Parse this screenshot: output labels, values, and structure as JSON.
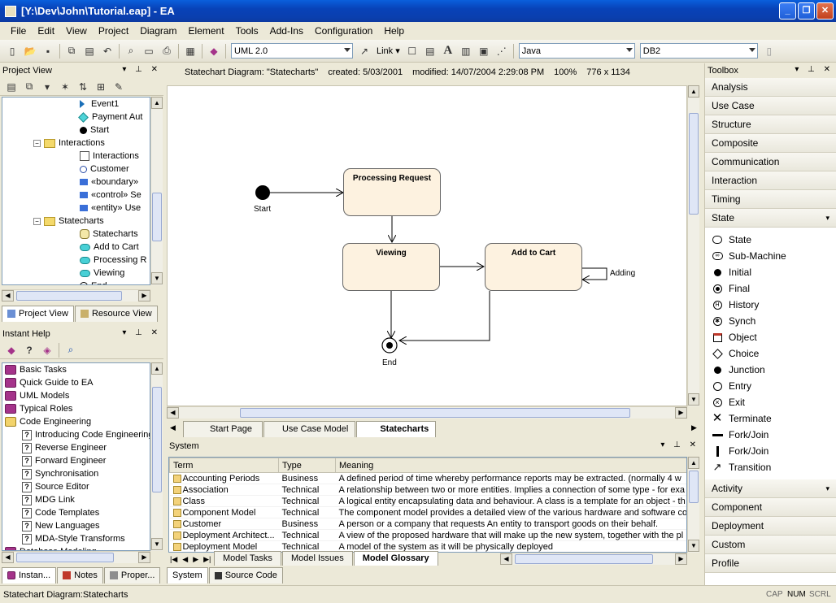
{
  "window": {
    "title": "[Y:\\Dev\\John\\Tutorial.eap] - EA"
  },
  "menu": [
    "File",
    "Edit",
    "View",
    "Project",
    "Diagram",
    "Element",
    "Tools",
    "Add-Ins",
    "Configuration",
    "Help"
  ],
  "toolbar": {
    "uml_version": "UML 2.0",
    "link_label": "Link",
    "language": "Java",
    "database": "DB2"
  },
  "project_view": {
    "title": "Project View",
    "tree": [
      {
        "label": "Event1",
        "indent": 4,
        "icon": "event-icon"
      },
      {
        "label": "Payment Aut",
        "indent": 4,
        "icon": "diamond-icon"
      },
      {
        "label": "Start",
        "indent": 4,
        "icon": "initial-icon"
      },
      {
        "label": "Interactions",
        "indent": 3,
        "icon": "folder-icon",
        "expander": "−"
      },
      {
        "label": "Interactions",
        "indent": 4,
        "icon": "sequence-icon"
      },
      {
        "label": "Customer",
        "indent": 4,
        "icon": "actor-icon"
      },
      {
        "label": "«boundary» ",
        "indent": 4,
        "icon": "boundary-icon"
      },
      {
        "label": "«control» Se",
        "indent": 4,
        "icon": "control-icon"
      },
      {
        "label": "«entity» Use",
        "indent": 4,
        "icon": "entity-icon"
      },
      {
        "label": "Statecharts",
        "indent": 3,
        "icon": "folder-icon",
        "expander": "−"
      },
      {
        "label": "Statecharts",
        "indent": 4,
        "icon": "statechart-icon"
      },
      {
        "label": "Add to Cart",
        "indent": 4,
        "icon": "state-icon"
      },
      {
        "label": "Processing R",
        "indent": 4,
        "icon": "state-icon"
      },
      {
        "label": "Viewing",
        "indent": 4,
        "icon": "state-icon"
      },
      {
        "label": "End",
        "indent": 4,
        "icon": "final-icon"
      }
    ],
    "tabs": [
      "Project View",
      "Resource View"
    ]
  },
  "instant_help": {
    "title": "Instant Help",
    "items": [
      {
        "label": "Basic Tasks",
        "type": "book"
      },
      {
        "label": "Quick Guide to EA",
        "type": "book"
      },
      {
        "label": "UML Models",
        "type": "book"
      },
      {
        "label": "Typical Roles",
        "type": "book"
      },
      {
        "label": "Code Engineering",
        "type": "book-open"
      },
      {
        "label": "Introducing Code Engineering",
        "type": "topic"
      },
      {
        "label": "Reverse Engineer",
        "type": "topic"
      },
      {
        "label": "Forward Engineer",
        "type": "topic"
      },
      {
        "label": "Synchronisation",
        "type": "topic"
      },
      {
        "label": "Source Editor",
        "type": "topic"
      },
      {
        "label": "MDG Link",
        "type": "topic"
      },
      {
        "label": "Code Templates",
        "type": "topic"
      },
      {
        "label": "New Languages",
        "type": "topic"
      },
      {
        "label": "MDA-Style Transforms",
        "type": "topic"
      },
      {
        "label": "Database Modeling",
        "type": "book"
      }
    ],
    "tabs": [
      "Instan...",
      "Notes",
      "Proper..."
    ]
  },
  "diagram": {
    "header": {
      "name": "Statechart Diagram: \"Statecharts\"",
      "created": "created: 5/03/2001",
      "modified": "modified: 14/07/2004 2:29:08 PM",
      "zoom": "100%",
      "size": "776 x 1134"
    },
    "states": {
      "processing": "Processing Request",
      "viewing": "Viewing",
      "addtocart": "Add to Cart"
    },
    "labels": {
      "start": "Start",
      "end": "End",
      "adding": "Adding"
    },
    "tabs": [
      "Start Page",
      "Use Case Model",
      "Statecharts"
    ]
  },
  "system": {
    "title": "System",
    "columns": [
      "Term",
      "Type",
      "Meaning"
    ],
    "rows": [
      [
        "Accounting Periods",
        "Business",
        "A defined period of time whereby performance  reports may be extracted. (normally 4 w"
      ],
      [
        "Association",
        "Technical",
        "A relationship between two or more entities. Implies a connection of some type - for exa"
      ],
      [
        "Class",
        "Technical",
        "A logical entity encapsulating data and behaviour.  A class is a template for an object - th"
      ],
      [
        "Component Model",
        "Technical",
        "The component model provides a detailed view of the various hardware and software co"
      ],
      [
        "Customer",
        "Business",
        "A person or a company that requests An entity to transport goods on their behalf."
      ],
      [
        "Deployment Architect...",
        "Technical",
        "A view of the proposed hardware that will make up the new system, together with the pl"
      ],
      [
        "Deployment Model",
        "Technical",
        "A model of the system as it will be physically deployed"
      ]
    ],
    "tabs": [
      "Model Tasks",
      "Model Issues",
      "Model Glossary"
    ],
    "bottom_tabs": [
      "System",
      "Source Code"
    ]
  },
  "toolbox": {
    "title": "Toolbox",
    "categories_top": [
      "Analysis",
      "Use Case",
      "Structure",
      "Composite",
      "Communication",
      "Interaction",
      "Timing"
    ],
    "open_category": "State",
    "items": [
      {
        "label": "State",
        "icon": "state-icon"
      },
      {
        "label": "Sub-Machine",
        "icon": "submachine-icon"
      },
      {
        "label": "Initial",
        "icon": "initial-icon"
      },
      {
        "label": "Final",
        "icon": "final-icon"
      },
      {
        "label": "History",
        "icon": "history-icon"
      },
      {
        "label": "Synch",
        "icon": "synch-icon"
      },
      {
        "label": "Object",
        "icon": "object-icon"
      },
      {
        "label": "Choice",
        "icon": "choice-icon"
      },
      {
        "label": "Junction",
        "icon": "junction-icon"
      },
      {
        "label": "Entry",
        "icon": "entry-icon"
      },
      {
        "label": "Exit",
        "icon": "exit-icon"
      },
      {
        "label": "Terminate",
        "icon": "terminate-icon"
      },
      {
        "label": "Fork/Join",
        "icon": "fork-horizontal-icon"
      },
      {
        "label": "Fork/Join",
        "icon": "fork-vertical-icon"
      },
      {
        "label": "Transition",
        "icon": "transition-icon"
      }
    ],
    "categories_bottom": [
      "Activity",
      "Component",
      "Deployment",
      "Custom",
      "Profile"
    ]
  },
  "status": {
    "text": "Statechart Diagram:Statecharts",
    "cap": "CAP",
    "num": "NUM",
    "scrl": "SCRL"
  }
}
